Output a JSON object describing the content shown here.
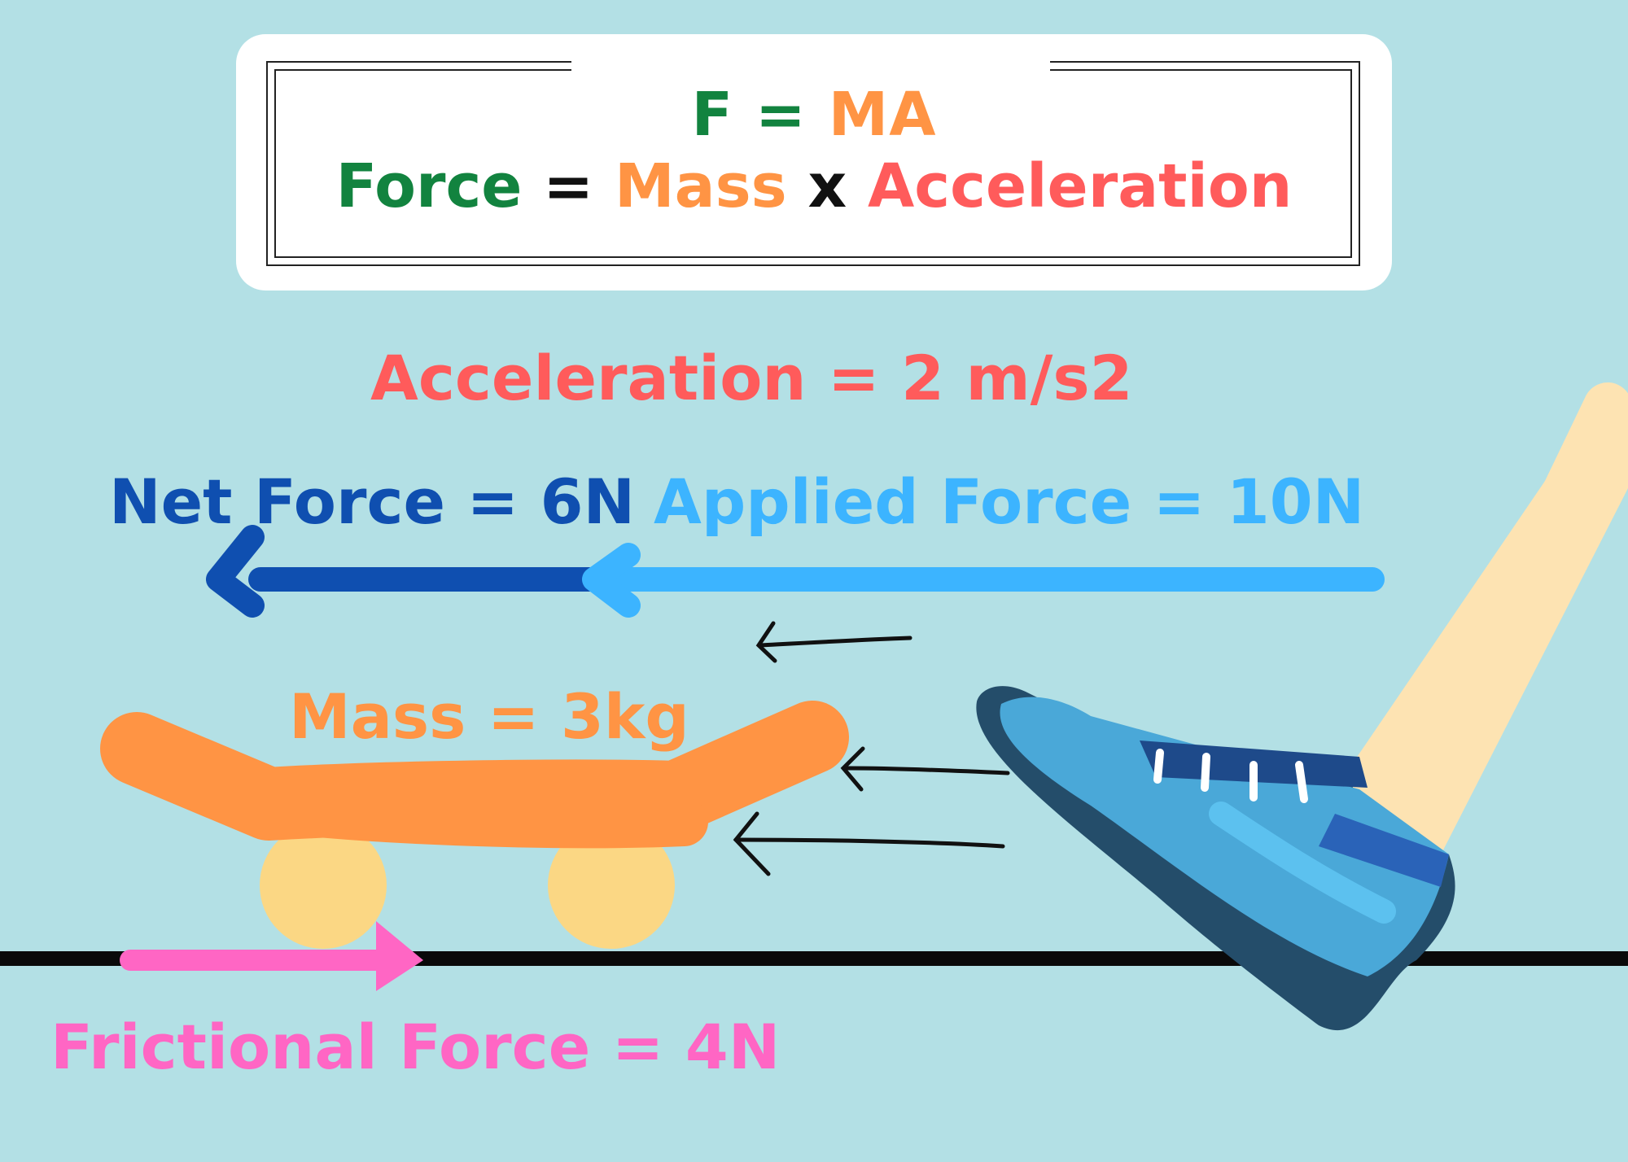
{
  "formula": {
    "short": {
      "f": "F",
      "eq": "=",
      "ma": "MA"
    },
    "long": {
      "force": "Force",
      "eq": "=",
      "mass": "Mass",
      "times": "x",
      "acceleration": "Acceleration"
    }
  },
  "labels": {
    "acceleration": "Acceleration = 2 m/s2",
    "net_force": "Net Force = 6N",
    "applied_force": "Applied Force = 10N",
    "mass": "Mass = 3kg",
    "frictional_force": "Frictional Force = 4N"
  },
  "colors": {
    "background": "#b3e0e5",
    "force_green": "#12833f",
    "mass_orange": "#ff9444",
    "acceleration_red": "#ff5b5b",
    "net_force_blue": "#0f4fb0",
    "applied_force_blue": "#3cb4ff",
    "friction_pink": "#ff66c4",
    "ground": "#0a0a0a",
    "shoe_blue": "#4aa8d8",
    "shoe_sole": "#244d6a",
    "leg_skin": "#fde3b2",
    "wheel": "#fbd784"
  },
  "icons": [
    "skateboard-icon",
    "shoe-icon",
    "leg-icon",
    "motion-arrow-icon"
  ]
}
